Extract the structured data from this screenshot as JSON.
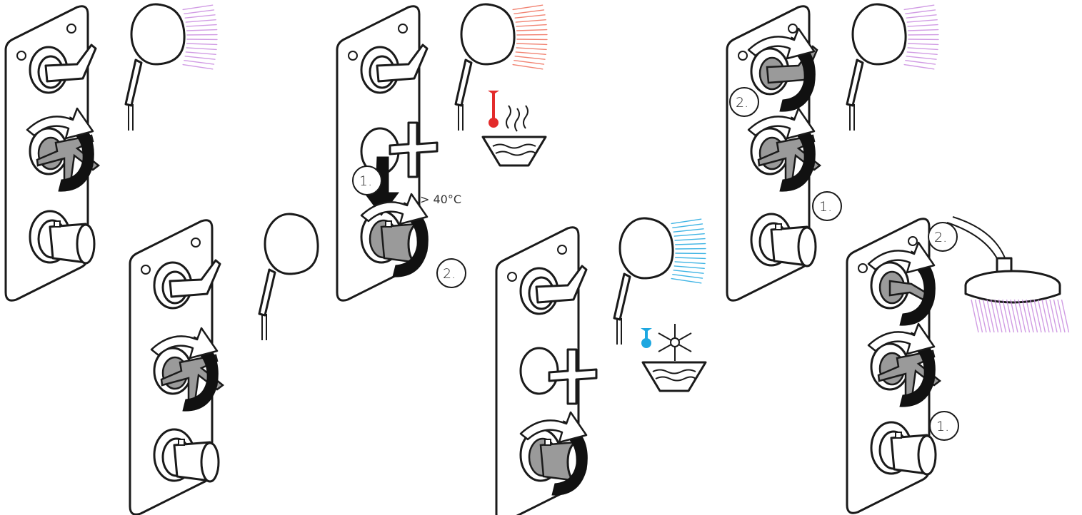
{
  "colors": {
    "hot": "#e32b2b",
    "cold": "#1ea7e0",
    "mixed": "#c98be0",
    "warm_spray": "#ef6e5a",
    "metal": "#9a9a9a",
    "outline": "#1a1a1a"
  },
  "labels": {
    "step1": "1.",
    "step2": "2.",
    "temperature_limit": "> 40°C"
  },
  "icons": [
    "thermometer-hot-icon",
    "thermometer-cold-icon",
    "snowflake-icon",
    "steam-icon",
    "water-basin-icon"
  ]
}
